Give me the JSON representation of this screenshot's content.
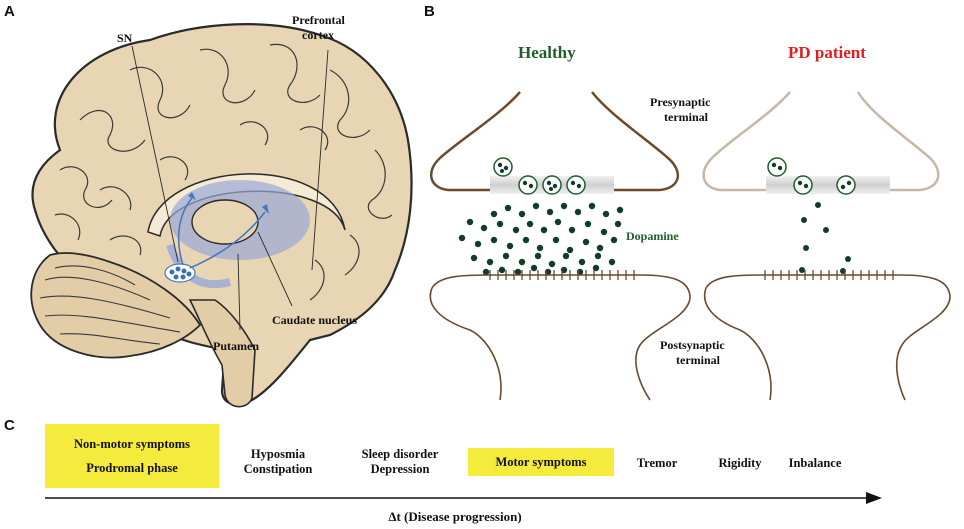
{
  "panels": {
    "a": {
      "letter": "A",
      "labels": {
        "sn": "SN",
        "prefrontal_1": "Prefrontal",
        "prefrontal_2": "cortex",
        "caudate": "Caudate nucleus",
        "putamen": "Putamen"
      }
    },
    "b": {
      "letter": "B",
      "healthy": "Healthy",
      "pd": "PD patient",
      "presynaptic_1": "Presynaptic",
      "presynaptic_2": "terminal",
      "dopamine": "Dopamine",
      "postsynaptic_1": "Postsynaptic",
      "postsynaptic_2": "terminal"
    },
    "c": {
      "letter": "C",
      "box1_line1": "Non-motor symptoms",
      "box1_line2": "Prodromal phase",
      "item1_line1": "Hyposmia",
      "item1_line2": "Constipation",
      "item2_line1": "Sleep disorder",
      "item2_line2": "Depression",
      "box2": "Motor symptoms",
      "tremor": "Tremor",
      "rigidity": "Rigidity",
      "inbalance": "Inbalance",
      "axis_label": "Δt (Disease progression)"
    }
  },
  "colors": {
    "brain_fill": "#e7d5b3",
    "brain_stroke": "#2a2a2a",
    "basal_blue": "#9aa8d8",
    "healthy_terminal": "#6b4a2e",
    "pd_terminal": "#c7b8a6",
    "dopamine_dot": "#0f3d2a",
    "healthy_title": "#1f5f2a",
    "pd_title": "#e02020",
    "highlight_box": "#f5eb3c"
  }
}
